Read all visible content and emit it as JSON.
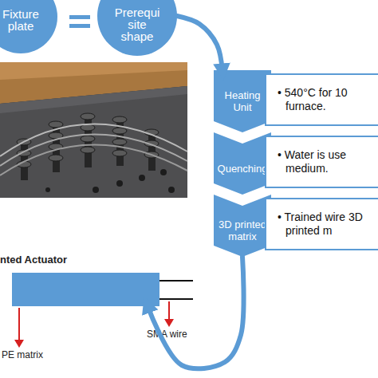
{
  "diagram": {
    "nodes": [
      {
        "text": [
          "Fixture plate"
        ]
      },
      {
        "text": [
          "Prerequi site shape"
        ]
      },
      {
        "text": [
          "Heating Unit"
        ]
      },
      {
        "text": [
          "• 540°C for 10 furnace."
        ]
      },
      {
        "text": [
          "Quenching"
        ]
      },
      {
        "text": [
          "• Water is use medium."
        ]
      },
      {
        "text": [
          "3D printed matrix"
        ]
      },
      {
        "text": [
          "• Trained wire 3D printed m"
        ]
      },
      {
        "text": [
          "nted Actuator"
        ]
      }
    ],
    "edges": [
      {
        "from": 1,
        "to": 2,
        "arrow": "to"
      },
      {
        "from": 6,
        "to": 8,
        "arrow": "to"
      }
    ],
    "labels": [
      "PE matrix",
      "SMA wire"
    ]
  }
}
